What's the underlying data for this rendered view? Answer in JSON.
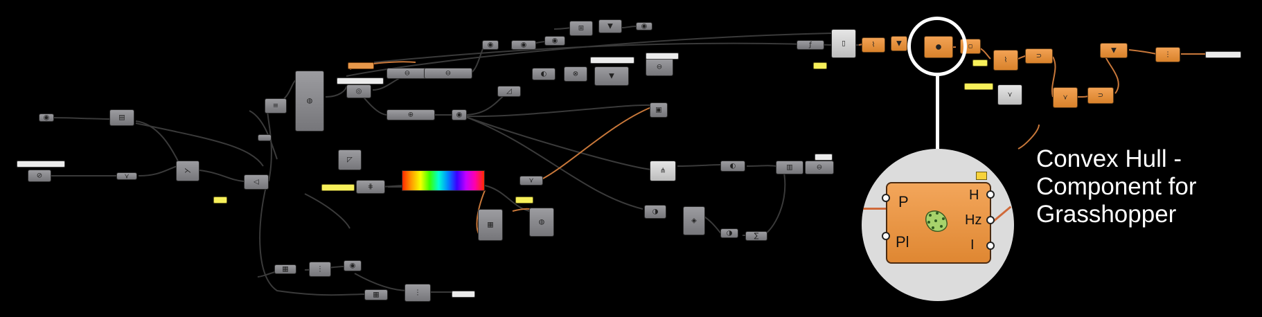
{
  "caption": {
    "line1": "Convex Hull -",
    "line2": "Component for",
    "line3": "Grasshopper"
  },
  "component": {
    "name": "Convex Hull",
    "inputs": [
      "P",
      "Pl"
    ],
    "outputs": [
      "H",
      "Hz",
      "I"
    ],
    "icon": "convex-hull-blob-icon",
    "state": "selected-highlight"
  },
  "colors": {
    "background": "#000000",
    "node_gray": "#8a8a8e",
    "node_orange": "#e3913e",
    "wire_dark": "#3a3a3a",
    "wire_orange": "#c9783a",
    "panel_yellow": "#f7f05a",
    "highlight_ring": "#ffffff"
  }
}
